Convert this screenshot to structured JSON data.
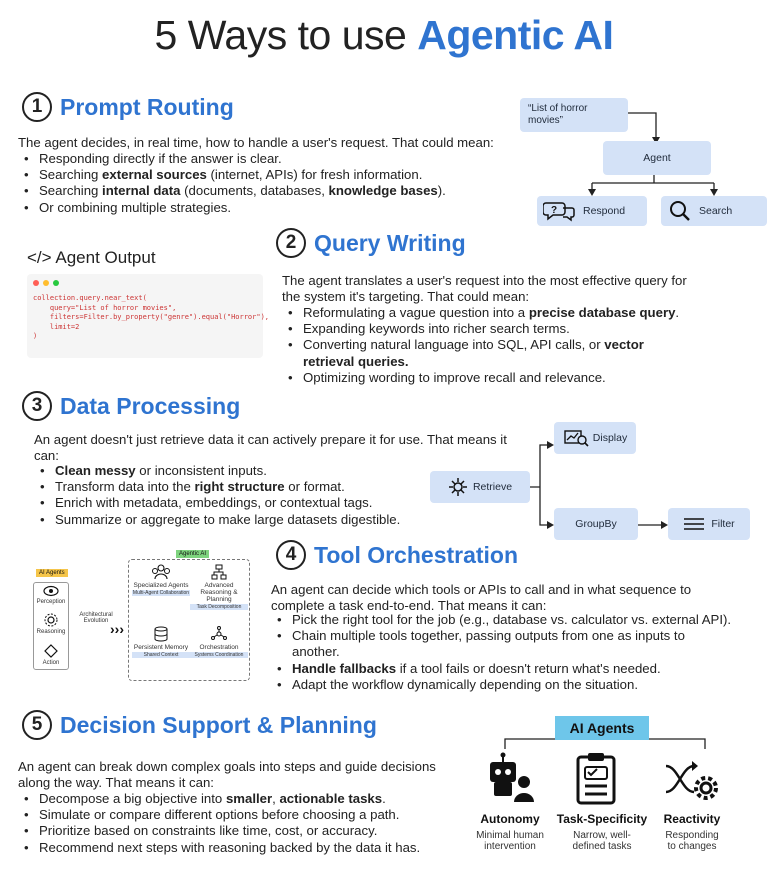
{
  "title": {
    "prefix": "5 Ways to use",
    "accent": "Agentic AI"
  },
  "s1": {
    "num": "1",
    "title": "Prompt Routing",
    "intro": "The agent decides, in real time, how to handle a user's request. That could mean:",
    "b1": "Responding directly if the answer is clear.",
    "b2a": "Searching ",
    "b2b": "external sources",
    "b2c": " (internet, APIs) for fresh information.",
    "b3a": "Searching ",
    "b3b": "internal data",
    "b3c": " (documents, databases, ",
    "b3d": "knowledge bases",
    "b3e": ").",
    "b4": "Or combining multiple strategies.",
    "diagram": {
      "query": "“List of horror movies”",
      "agent": "Agent",
      "respond": "Respond",
      "search": "Search"
    }
  },
  "output": {
    "heading": "</> Agent Output",
    "code": [
      "collection.query.near_text(",
      "    query=\"List of horror movies\",",
      "    filters=Filter.by_property(\"genre\").equal(\"Horror\"),",
      "    limit=2",
      ")"
    ]
  },
  "s2": {
    "num": "2",
    "title": "Query Writing",
    "intro": "The agent translates a user's request into the most effective query for the system it's targeting. That could mean:",
    "b1a": "Reformulating a vague question into a ",
    "b1b": "precise database query",
    "b1c": ".",
    "b2": "Expanding keywords into richer search terms.",
    "b3a": "Converting natural language into SQL, API calls, or ",
    "b3b": "vector retrieval queries.",
    "b4": "Optimizing wording to improve recall and relevance."
  },
  "s3": {
    "num": "3",
    "title": "Data Processing",
    "intro": "An agent doesn't just retrieve data it can actively prepare it for use. That means it can:",
    "b1a": "Clean messy",
    "b1b": " or inconsistent inputs.",
    "b2a": "Transform data into the ",
    "b2b": "right structure",
    "b2c": " or format.",
    "b3": "Enrich with metadata, embeddings, or contextual tags.",
    "b4": "Summarize or aggregate to make large datasets digestible.",
    "diagram": {
      "retrieve": "Retrieve",
      "display": "Display",
      "groupby": "GroupBy",
      "filter": "Filter"
    }
  },
  "s4": {
    "num": "4",
    "title": "Tool Orchestration",
    "intro": "An agent can decide which tools or APIs to call and in what sequence to complete a task end-to-end. That means it can:",
    "b1": "Pick the right tool for the job (e.g., database vs. calculator vs. external API).",
    "b2": "Chain multiple tools together, passing outputs from one as inputs to another.",
    "b3a": "Handle fallbacks",
    "b3b": " if a tool fails or doesn't return what's needed.",
    "b4": "Adapt the workflow dynamically depending on the situation.",
    "diagram": {
      "ai_agents": "AI Agents",
      "perception": "Perception",
      "reasoning": "Reasoning",
      "action": "Action",
      "evolution": "Architectural Evolution",
      "agentic_ai": "Agentic AI",
      "specialized": "Specialized Agents",
      "specialized_sub": "Multi-Agent Collaboration",
      "advanced": "Advanced Reasoning & Planning",
      "advanced_sub": "Task Decomposition",
      "memory": "Persistent Memory",
      "memory_sub": "Shared Context",
      "orchestration": "Orchestration",
      "orchestration_sub": "Systems Coordination"
    }
  },
  "s5": {
    "num": "5",
    "title": "Decision Support & Planning",
    "intro": "An agent can break down complex goals into steps and guide decisions along the way. That means it can:",
    "b1a": "Decompose a big objective into ",
    "b1b": "smaller",
    "b1c": ", ",
    "b1d": "actionable tasks",
    "b1e": ".",
    "b2": "Simulate or compare different options before choosing a path.",
    "b3": "Prioritize based on constraints like time, cost, or accuracy.",
    "b4": "Recommend next steps with reasoning backed by the data it has.",
    "diagram": {
      "header": "AI Agents",
      "items": [
        {
          "title": "Autonomy",
          "desc1": "Minimal human",
          "desc2": "intervention"
        },
        {
          "title": "Task-Specificity",
          "desc1": "Narrow, well-",
          "desc2": "defined tasks"
        },
        {
          "title": "Reactivity",
          "desc1": "Responding",
          "desc2": "to changes"
        }
      ]
    }
  },
  "colors": {
    "accent": "#2f74d0",
    "node": "#d4e2f7",
    "label": "#6ec6ea"
  }
}
